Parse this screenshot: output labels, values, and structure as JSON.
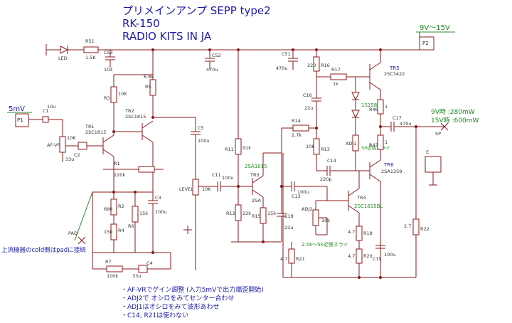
{
  "title": {
    "line1": "プリメインアンプ SEPP  type2",
    "line2": "RK-150",
    "line3": "RADIO KITS IN JA"
  },
  "supply": {
    "label": "9V〜15V",
    "connector": "P2"
  },
  "input": {
    "label": "5mV",
    "connector": "P1"
  },
  "output": {
    "line1": "9V時  :280mW",
    "line2": "15V時  :600mW",
    "jack": "SP",
    "ground_connector": "E"
  },
  "pad": {
    "label": "PAD",
    "note": "上流機器のcold側はpadに接続"
  },
  "components": {
    "LED": "LED",
    "R51": "R51",
    "R51v": "1.5K",
    "C53": "C53",
    "C53v": "104",
    "C52": "C52",
    "C52v": "470u",
    "C51": "C51",
    "C51v": "470u",
    "C1": "C1",
    "C1v": "10u",
    "AFVR": "AF-VR",
    "AFVRv": "10K",
    "C2": "C2",
    "C2v": "33u",
    "TR1": "TR1",
    "TR1v": "2SC1815",
    "R3": "R3",
    "R3v": "10K",
    "R5": "R5",
    "R5v": "6.8k",
    "TR2": "TR2",
    "TR2v": "2SC1815",
    "R1": "R1",
    "R1v": "220k",
    "R2": "R2",
    "R2v": "680",
    "R4": "R4",
    "R4v": "150",
    "R6": "R6",
    "R6v": "15k",
    "C3": "C3",
    "C3v": "100u",
    "R7": "R7",
    "R7v": "100k",
    "C4": "C4",
    "C4v": "33u",
    "C5": "C5",
    "C5v": "100u",
    "LEVEL": "LEVEL",
    "LEVELv": "10K",
    "C11": "C11",
    "C11v": "100u",
    "R11": "R11",
    "R11v": "91k",
    "R12": "R12",
    "R12v": "22k",
    "TR3": "TR3",
    "TR3v": "2SA1015",
    "TR3b": "2SA",
    "R15": "R15",
    "R15v": "15k",
    "R14": "R14",
    "R14v": "2.7k",
    "C13": "C13",
    "C13v": "100u",
    "C18": "C18",
    "C18v": "22u",
    "R16": "R16",
    "R16v": "220",
    "R17": "R17",
    "R17v": "1k",
    "C16": "C16",
    "C16v": "22u",
    "D1": "1S1588",
    "TR5": "TR5",
    "TR5v": "2SC3422",
    "R46": "R46",
    "R46v": "1",
    "C17": "C17",
    "C17v": "470u",
    "R13": "R13",
    "R13v": "10K",
    "ADJ1": "ADJ1",
    "ADJ1v": "50近傍ネライ",
    "C14": "C14",
    "C14v": "220p",
    "R47": "R47",
    "R47v": "1",
    "TR6": "TR6",
    "TR6v": "2SA1359",
    "TR4": "TR4",
    "TR4v": "2SC1815BL",
    "ADJ2": "ADJ2",
    "ADJ2v": "10k",
    "R18": "R18",
    "R18v": "4.7",
    "R20": "R20",
    "R20v": "4.7",
    "C15": "C15",
    "C15v": "100u",
    "R21": "R21",
    "R21v": "4.7",
    "R22": "R22",
    "R22v": "2.7",
    "adjnote": "2.5k〜5k近傍ネライ"
  },
  "notes": [
    "・AF-VRでゲイン調整 (入力5mVで出力端歪開始)",
    "・ADJ2で  オシロをみてセンター合わせ",
    "・ADJ1はオシロをみて波形あわせ",
    "・C14, R21は使わない"
  ],
  "colors": {
    "wire": "#8b1a1a",
    "text_blue": "#1a1aa8",
    "text_green": "#1f8a1f"
  }
}
